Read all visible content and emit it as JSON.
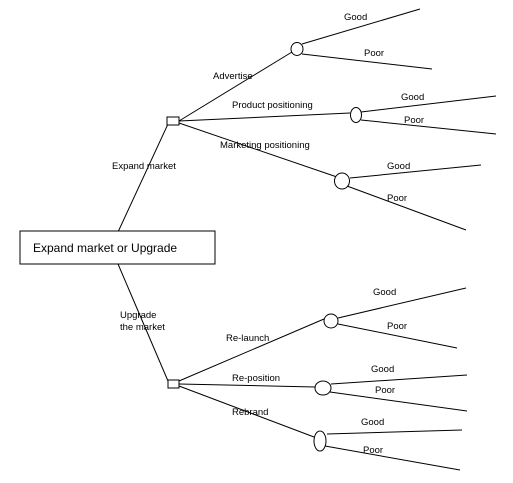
{
  "root": {
    "label": "Expand market or Upgrade"
  },
  "branches": [
    {
      "label": "Expand market",
      "options": [
        {
          "label": "Advertise",
          "outcomes": [
            "Good",
            "Poor"
          ]
        },
        {
          "label": "Product positioning",
          "outcomes": [
            "Good",
            "Poor"
          ]
        },
        {
          "label": "Marketing positioning",
          "outcomes": [
            "Good",
            "Poor"
          ]
        }
      ]
    },
    {
      "label_lines": [
        "Upgrade",
        "the market"
      ],
      "options": [
        {
          "label": "Re-launch",
          "outcomes": [
            "Good",
            "Poor"
          ]
        },
        {
          "label": "Re-position",
          "outcomes": [
            "Good",
            "Poor"
          ]
        },
        {
          "label": "Rebrand",
          "outcomes": [
            "Good",
            "Poor"
          ]
        }
      ]
    }
  ]
}
